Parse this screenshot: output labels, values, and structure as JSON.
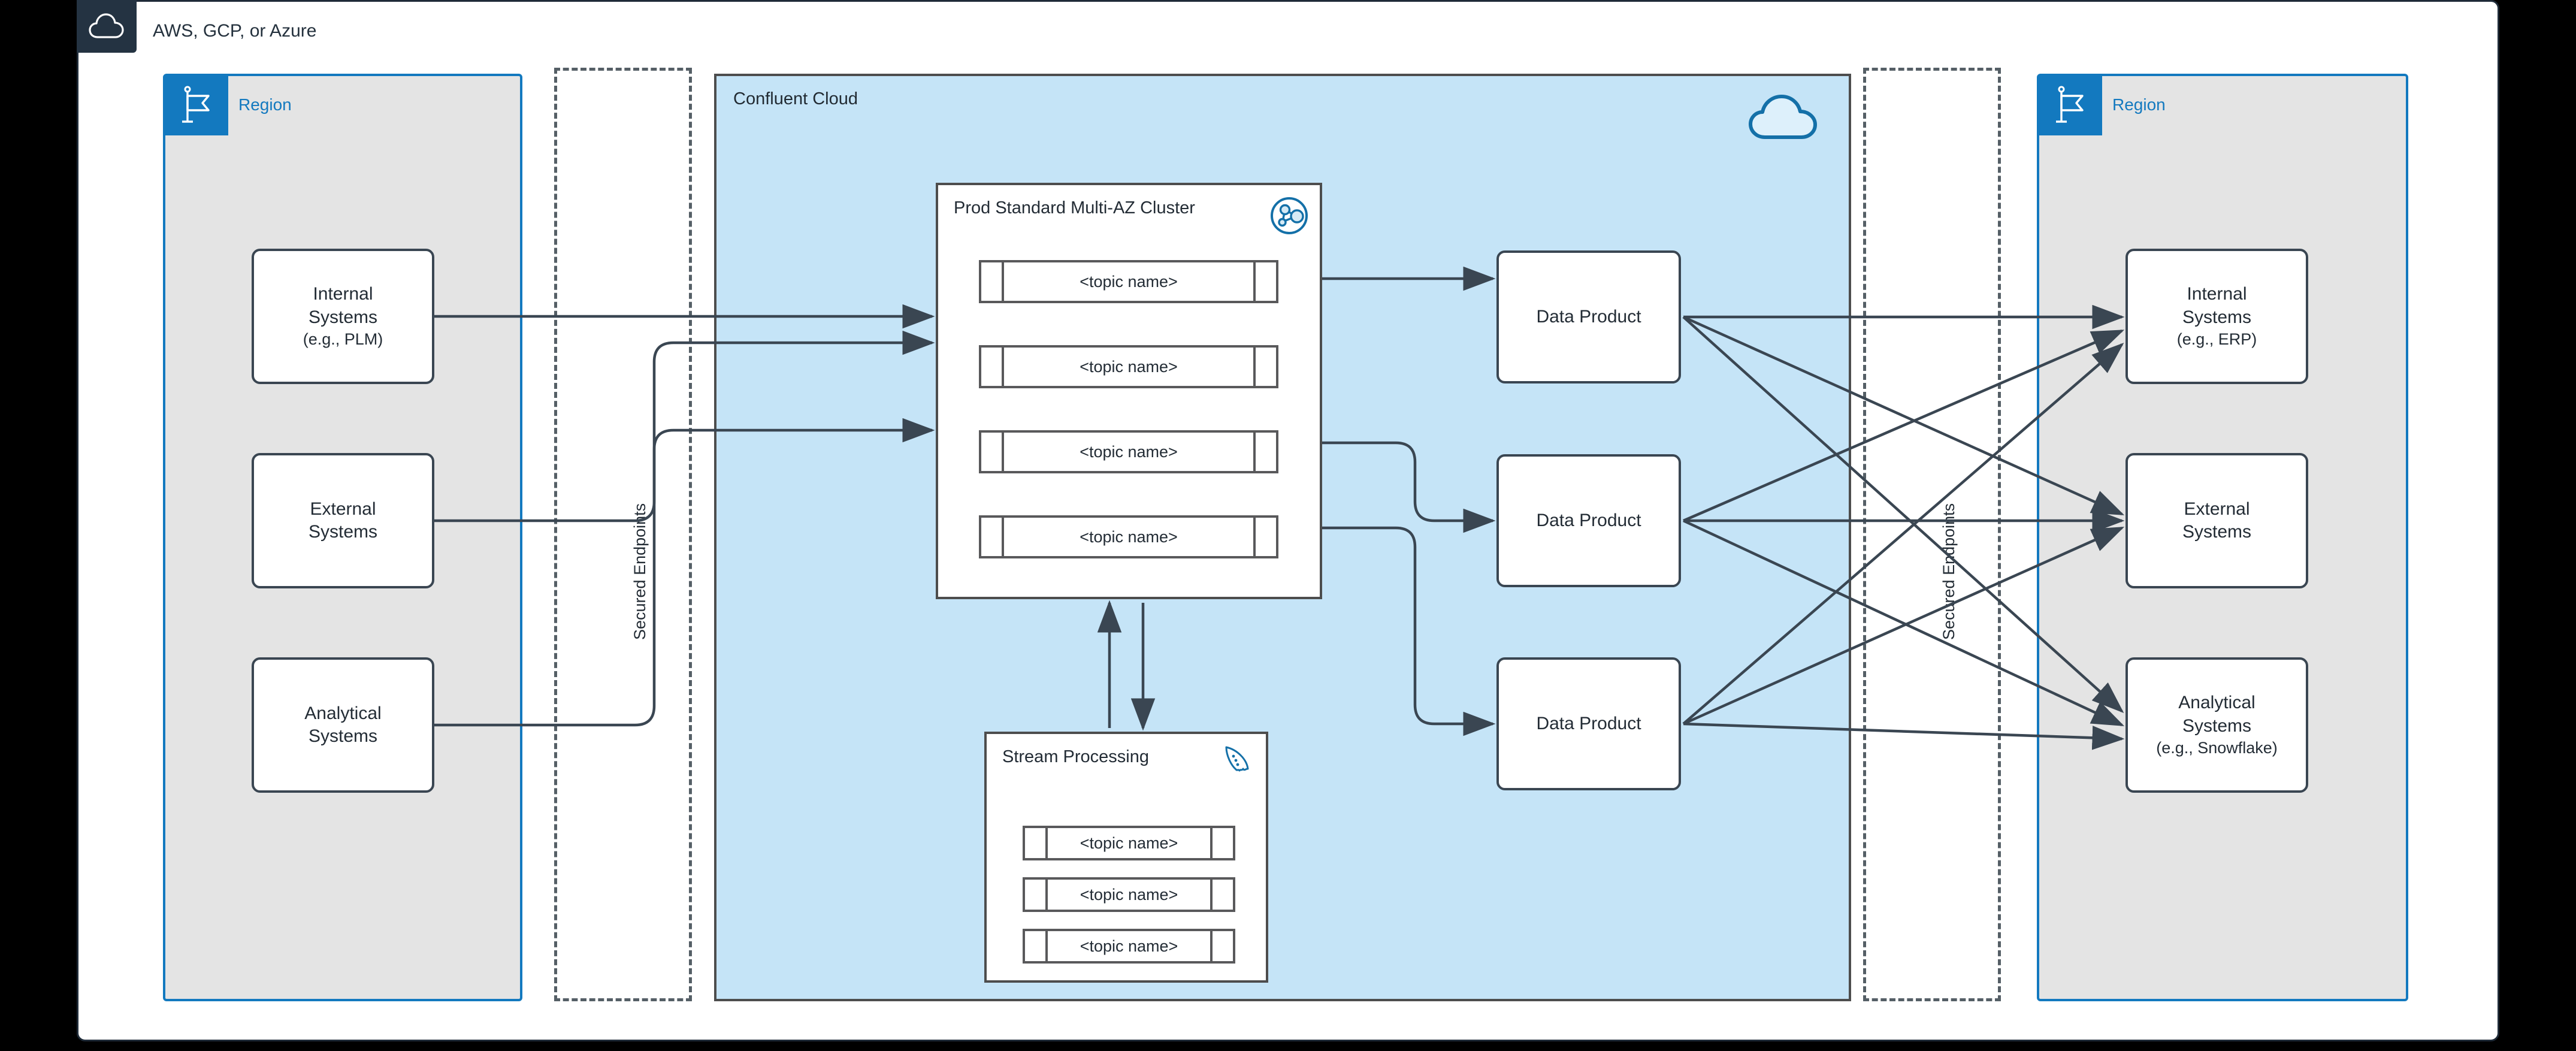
{
  "header": {
    "title": "AWS, GCP, or Azure",
    "badge_icon": "cloud-icon"
  },
  "colors": {
    "accent_blue": "#1379bf",
    "cloud_fill": "#c5e4f7",
    "region_fill": "#e4e4e4",
    "stroke_dark": "#3a4652",
    "header_badge": "#243342"
  },
  "left_region": {
    "label": "Region",
    "badge_icon": "flag-icon",
    "systems": [
      {
        "name": "Internal Systems",
        "line1": "Internal",
        "line2": "Systems",
        "sub": "(e.g., PLM)"
      },
      {
        "name": "External Systems",
        "line1": "External",
        "line2": "Systems",
        "sub": ""
      },
      {
        "name": "Analytical Systems",
        "line1": "Analytical",
        "line2": "Systems",
        "sub": ""
      }
    ]
  },
  "left_endpoints": {
    "label": "Secured Endpoints"
  },
  "right_endpoints": {
    "label": "Secured Endpoints"
  },
  "confluent_cloud": {
    "label": "Confluent Cloud",
    "corner_icon": "cloud-icon",
    "cluster": {
      "title": "Prod Standard Multi-AZ Cluster",
      "icon": "kafka-cluster-icon",
      "topics": [
        {
          "label": "<topic name>"
        },
        {
          "label": "<topic name>"
        },
        {
          "label": "<topic name>"
        },
        {
          "label": "<topic name>"
        }
      ]
    },
    "stream_processing": {
      "title": "Stream Processing",
      "icon": "flink-squirrel-icon",
      "topics": [
        {
          "label": "<topic name>"
        },
        {
          "label": "<topic name>"
        },
        {
          "label": "<topic name>"
        }
      ]
    },
    "data_products": [
      {
        "label": "Data Product"
      },
      {
        "label": "Data Product"
      },
      {
        "label": "Data Product"
      }
    ]
  },
  "right_region": {
    "label": "Region",
    "badge_icon": "flag-icon",
    "systems": [
      {
        "name": "Internal Systems",
        "line1": "Internal",
        "line2": "Systems",
        "sub": "(e.g., ERP)"
      },
      {
        "name": "External Systems",
        "line1": "External",
        "line2": "Systems",
        "sub": ""
      },
      {
        "name": "Analytical Systems",
        "line1": "Analytical",
        "line2": "Systems",
        "sub": "(e.g., Snowflake)"
      }
    ]
  }
}
